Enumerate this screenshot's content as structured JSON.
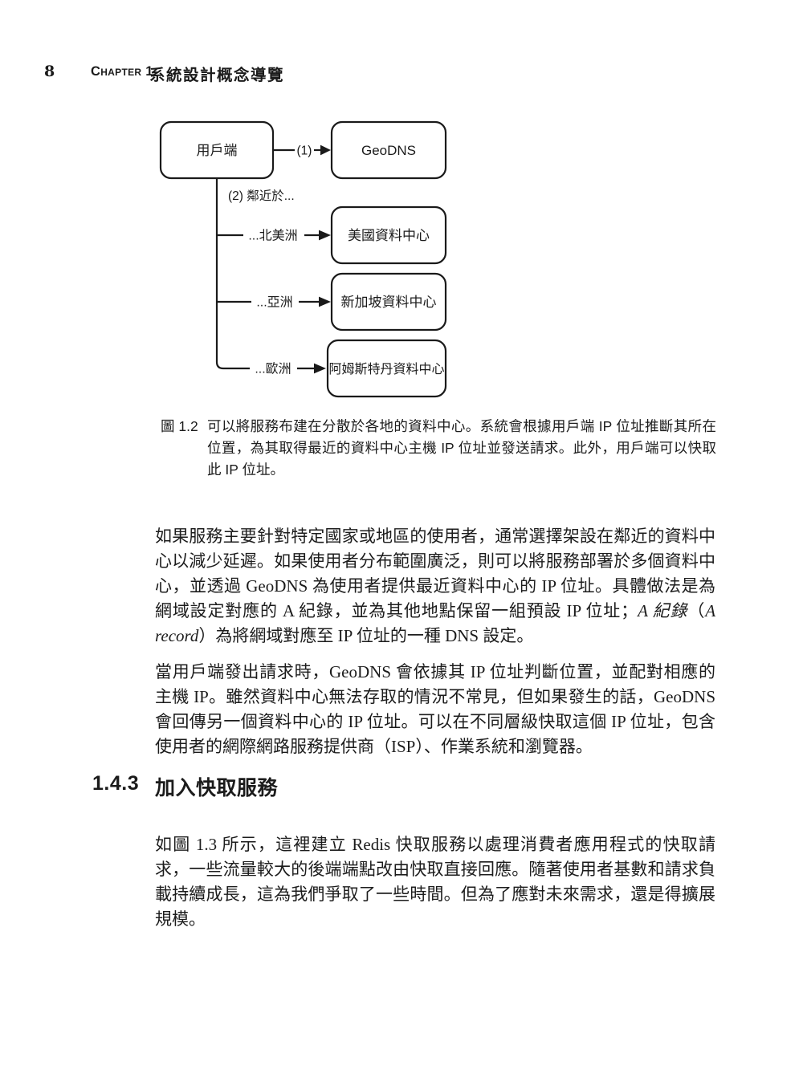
{
  "header": {
    "page_number": "8",
    "chapter_label": "Chapter 1",
    "chapter_title": "系統設計概念導覽"
  },
  "diagram": {
    "nodes": {
      "client": "用戶端",
      "geodns": "GeoDNS",
      "us": "美國資料中心",
      "singapore": "新加坡資料中心",
      "amsterdam": "阿姆斯特丹資料中心"
    },
    "labels": {
      "step1": "(1)",
      "step2": "(2) 鄰近於...",
      "north_america": "...北美洲",
      "asia": "...亞洲",
      "europe": "...歐洲"
    },
    "line_color": "#1a1a1a"
  },
  "figure": {
    "label": "圖 1.2",
    "caption": "可以將服務布建在分散於各地的資料中心。系統會根據用戶端 IP 位址推斷其所在位置，為其取得最近的資料中心主機 IP 位址並發送請求。此外，用戶端可以快取此 IP 位址。"
  },
  "body": {
    "p1_seg1": "如果服務主要針對特定國家或地區的使用者，通常選擇架設在鄰近的資料中心以減少延遲。如果使用者分布範圍廣泛，則可以將服務部署於多個資料中心，並透過 GeoDNS 為使用者提供最近資料中心的 IP 位址。具體做法是為網域設定對應的 A 紀錄，並為其他地點保留一組預設 IP 位址；",
    "p1_seg2": "A 紀錄",
    "p1_seg3": "（",
    "p1_seg4": "A record",
    "p1_seg5": "）為將網域對應至 IP 位址的一種 DNS 設定。",
    "p2": "當用戶端發出請求時，GeoDNS 會依據其 IP 位址判斷位置，並配對相應的主機 IP。雖然資料中心無法存取的情況不常見，但如果發生的話，GeoDNS 會回傳另一個資料中心的 IP 位址。可以在不同層級快取這個 IP 位址，包含使用者的網際網路服務提供商（ISP）、作業系統和瀏覽器。"
  },
  "section": {
    "number": "1.4.3",
    "title": "加入快取服務",
    "p1": "如圖 1.3 所示，這裡建立 Redis 快取服務以處理消費者應用程式的快取請求，一些流量較大的後端端點改由快取直接回應。隨著使用者基數和請求負載持續成長，這為我們爭取了一些時間。但為了應對未來需求，還是得擴展規模。"
  }
}
